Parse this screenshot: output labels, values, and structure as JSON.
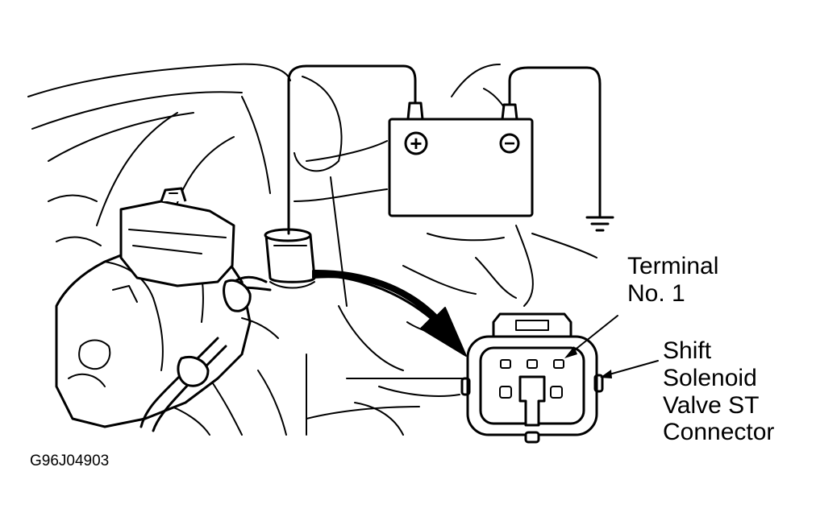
{
  "labels": {
    "terminal_line1": "Terminal",
    "terminal_line2": "No. 1",
    "shift_line1": "Shift",
    "shift_line2": "Solenoid",
    "shift_line3": "Valve ST",
    "shift_line4": "Connector",
    "figure_code": "G96J04903"
  },
  "battery": {
    "positive_symbol": "+",
    "negative_symbol": "−"
  }
}
